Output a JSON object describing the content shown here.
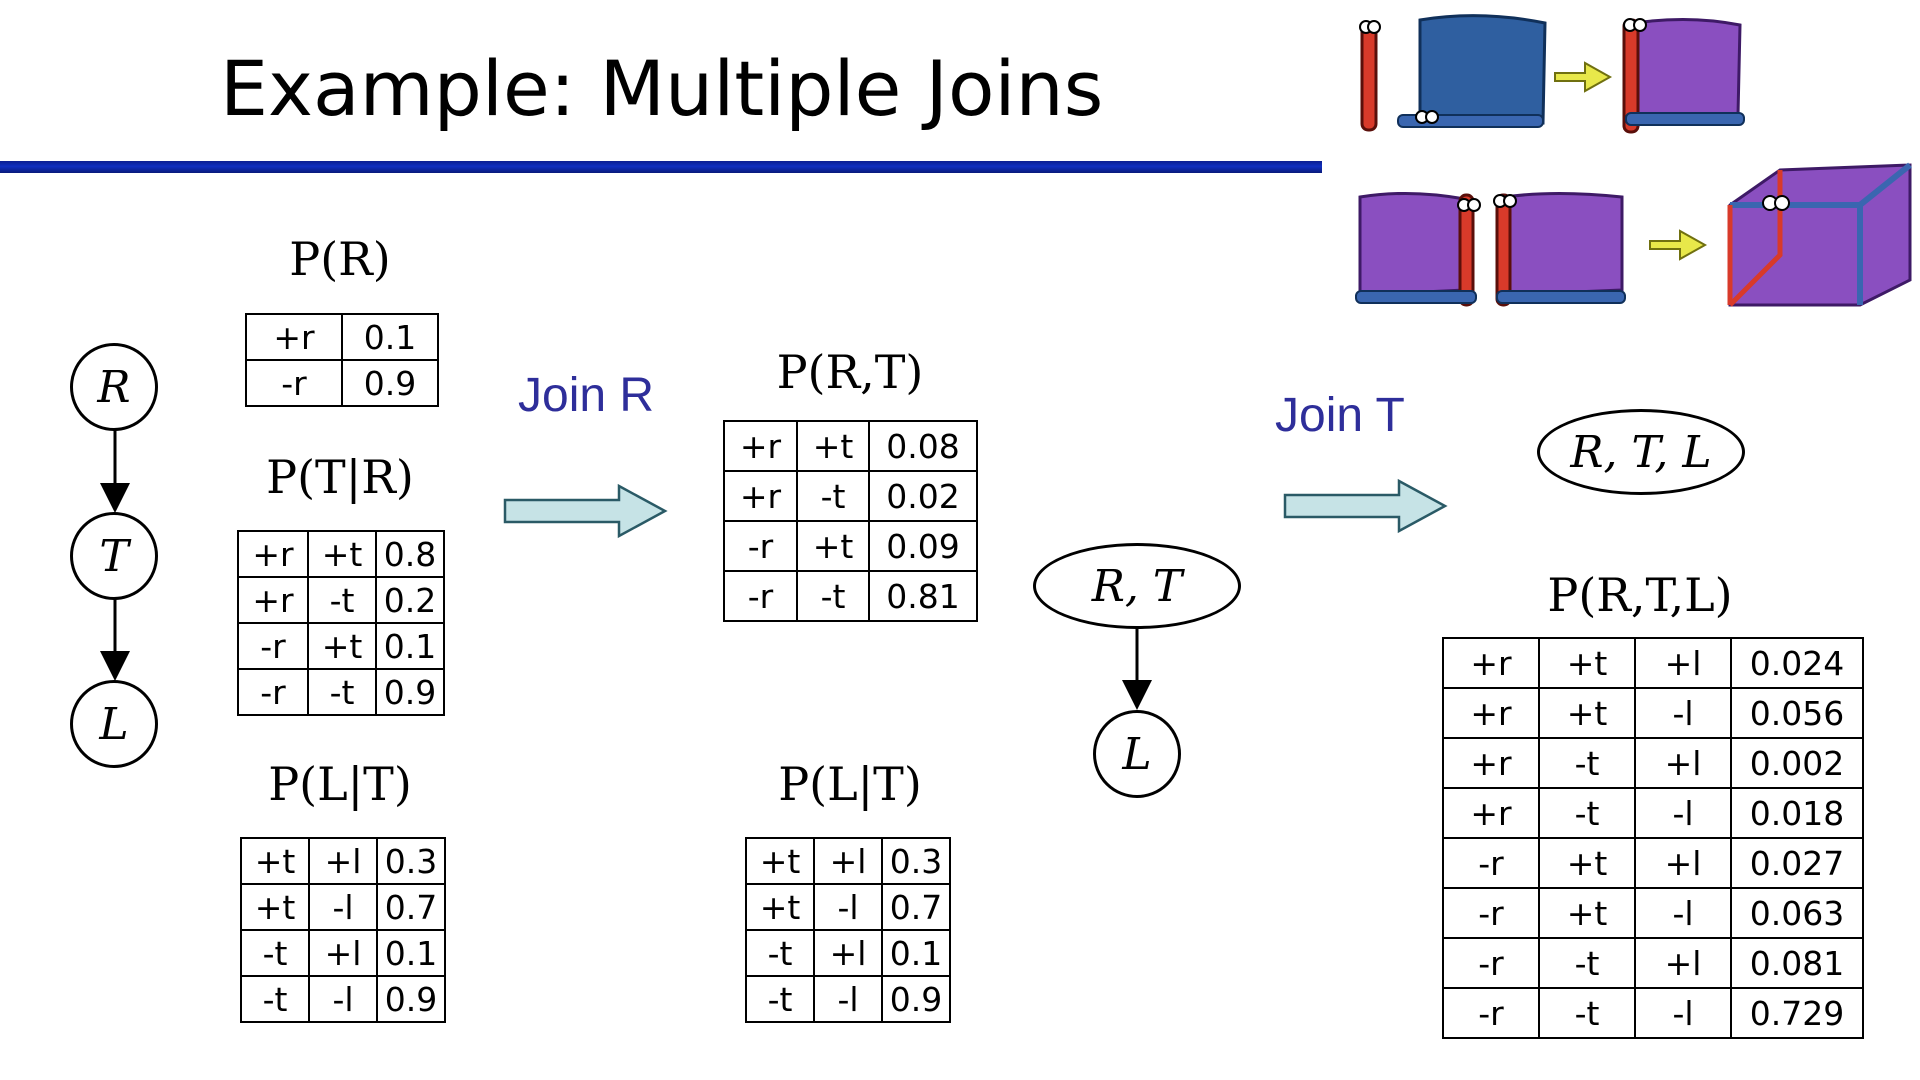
{
  "title": "Example: Multiple Joins",
  "graph_left": {
    "nodes": [
      "R",
      "T",
      "L"
    ]
  },
  "graph_mid": {
    "top": "R, T",
    "bottom": "L"
  },
  "graph_right": {
    "node": "R, T, L"
  },
  "joins": [
    {
      "label": "Join R"
    },
    {
      "label": "Join T"
    }
  ],
  "tables": {
    "p_r": {
      "heading": "P(R)",
      "rows": [
        [
          "+r",
          "0.1"
        ],
        [
          "-r",
          "0.9"
        ]
      ]
    },
    "p_t_given_r": {
      "heading": "P(T|R)",
      "rows": [
        [
          "+r",
          "+t",
          "0.8"
        ],
        [
          "+r",
          "-t",
          "0.2"
        ],
        [
          "-r",
          "+t",
          "0.1"
        ],
        [
          "-r",
          "-t",
          "0.9"
        ]
      ]
    },
    "p_l_given_t_left": {
      "heading": "P(L|T)",
      "rows": [
        [
          "+t",
          "+l",
          "0.3"
        ],
        [
          "+t",
          "-l",
          "0.7"
        ],
        [
          "-t",
          "+l",
          "0.1"
        ],
        [
          "-t",
          "-l",
          "0.9"
        ]
      ]
    },
    "p_r_t": {
      "heading": "P(R,T)",
      "rows": [
        [
          "+r",
          "+t",
          "0.08"
        ],
        [
          "+r",
          "-t",
          "0.02"
        ],
        [
          "-r",
          "+t",
          "0.09"
        ],
        [
          "-r",
          "-t",
          "0.81"
        ]
      ]
    },
    "p_l_given_t_mid": {
      "heading": "P(L|T)",
      "rows": [
        [
          "+t",
          "+l",
          "0.3"
        ],
        [
          "+t",
          "-l",
          "0.7"
        ],
        [
          "-t",
          "+l",
          "0.1"
        ],
        [
          "-t",
          "-l",
          "0.9"
        ]
      ]
    },
    "p_r_t_l": {
      "heading": "P(R,T,L)",
      "rows": [
        [
          "+r",
          "+t",
          "+l",
          "0.024"
        ],
        [
          "+r",
          "+t",
          "-l",
          "0.056"
        ],
        [
          "+r",
          "-t",
          "+l",
          "0.002"
        ],
        [
          "+r",
          "-t",
          "-l",
          "0.018"
        ],
        [
          "-r",
          "+t",
          "+l",
          "0.027"
        ],
        [
          "-r",
          "+t",
          "-l",
          "0.063"
        ],
        [
          "-r",
          "-t",
          "+l",
          "0.081"
        ],
        [
          "-r",
          "-t",
          "-l",
          "0.729"
        ]
      ]
    }
  },
  "colors": {
    "join_text": "#2e2e9a",
    "arrow_fill": "#c6e3e6",
    "rule": "#1030c0",
    "factor_purple": "#8a4fc0",
    "factor_blue": "#2f5fa0"
  }
}
